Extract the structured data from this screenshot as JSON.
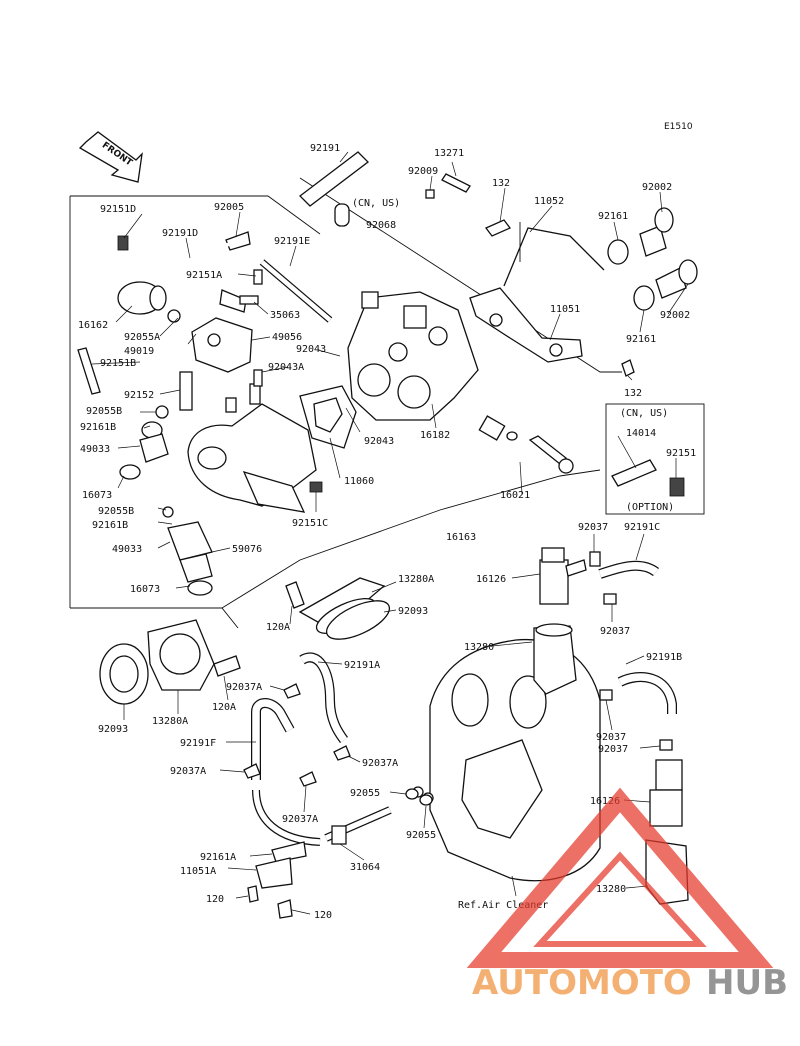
{
  "diagram_code": "E1510",
  "front_arrow_label": "FRONT",
  "ref_label": "Ref.Air Cleaner",
  "option_box": {
    "region": "(CN, US)",
    "option": "(OPTION)"
  },
  "cn_us_note": "(CN, US)",
  "watermark": {
    "auto": "AUTOMOTO",
    "hub": "HUB",
    "color_auto": "#f3a35a",
    "color_hub": "#8a8a8a",
    "triangle_color": "#e63a2a"
  },
  "parts": {
    "p92191_top": "92191",
    "p13271": "13271",
    "p92009": "92009",
    "p132_top": "132",
    "p11052": "11052",
    "p92002_top": "92002",
    "p92151D": "92151D",
    "p92005": "92005",
    "p92191D": "92191D",
    "p92191E": "92191E",
    "p92068": "92068",
    "p92161_top": "92161",
    "p92151A": "92151A",
    "p35063": "35063",
    "p11051": "11051",
    "p92002_mid": "92002",
    "p16162": "16162",
    "p92055A": "92055A",
    "p49056": "49056",
    "p49019": "49019",
    "p92043_top": "92043",
    "p92161_mid": "92161",
    "p92151B": "92151B",
    "p92043A": "92043A",
    "p132_mid": "132",
    "p92152": "92152",
    "p92055B_top": "92055B",
    "p92161B_top": "92161B",
    "p92043_mid": "92043",
    "p16182": "16182",
    "p14014": "14014",
    "p92151": "92151",
    "p49033_top": "49033",
    "p16073_top": "16073",
    "p11060": "11060",
    "p16021": "16021",
    "p92055B_mid": "92055B",
    "p92161B_mid": "92161B",
    "p92151C": "92151C",
    "p16163": "16163",
    "p92037_a": "92037",
    "p92191C": "92191C",
    "p49033_mid": "49033",
    "p59076": "59076",
    "p16073_mid": "16073",
    "p13280A_top": "13280A",
    "p16126_top": "16126",
    "p92093_top": "92093",
    "p120A_top": "120A",
    "p92037_b": "92037",
    "p13280_mid": "13280",
    "p92191A": "92191A",
    "p92191B": "92191B",
    "p92037A_a": "92037A",
    "p120A_mid": "120A",
    "p92093_left": "92093",
    "p13280A_left": "13280A",
    "p92037_c": "92037",
    "p92191F": "92191F",
    "p92037_d": "92037",
    "p92037A_b": "92037A",
    "p92037A_c": "92037A",
    "p92055_a": "92055",
    "p16126_low": "16126",
    "p92037A_d": "92037A",
    "p92055_b": "92055",
    "p92161A": "92161A",
    "p31064": "31064",
    "p11051A": "11051A",
    "p13280_low": "13280",
    "p120_a": "120",
    "p120_b": "120"
  }
}
